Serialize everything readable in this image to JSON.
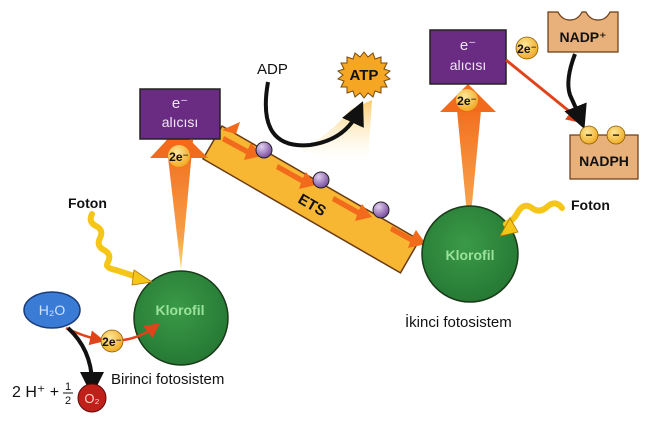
{
  "diagram": {
    "title": "",
    "photosystem_1": {
      "label": "Birinci fotosistem",
      "center_label": "Klorofil",
      "photon_label": "Foton",
      "acceptor_line1": "e⁻",
      "acceptor_line2": "alıcısı",
      "electron_badge": "2e⁻"
    },
    "photosystem_2": {
      "label": "İkinci fotosistem",
      "center_label": "Klorofil",
      "photon_label": "Foton",
      "acceptor_line1": "e⁻",
      "acceptor_line2": "alıcısı",
      "electron_badge": "2e⁻"
    },
    "water": {
      "label": "H₂O",
      "electron_badge": "2e⁻",
      "products_prefix": "2 H⁺ + ",
      "fraction_num": "1",
      "fraction_den": "2",
      "oxygen_label": "O₂"
    },
    "ets": {
      "label": "ETS",
      "carriers": 3
    },
    "atp_synthesis": {
      "input_label": "ADP",
      "output_label": "ATP"
    },
    "nadp": {
      "input_label": "NADP⁺",
      "output_label": "NADPH",
      "electron_badge": "2e⁻",
      "output_charges": [
        "−",
        "−"
      ]
    },
    "colors": {
      "chlorophyll": "#2e8b3e",
      "acceptor": "#6a2c82",
      "electron_arrow": "#f47b20",
      "ets_band": "#f7b733",
      "carrier": "#9b72b8",
      "photon": "#f5c518",
      "water": "#3a7bd5",
      "oxygen": "#c0201a",
      "nadp_box": "#e8b07a",
      "atp_star": "#f5a623"
    }
  }
}
